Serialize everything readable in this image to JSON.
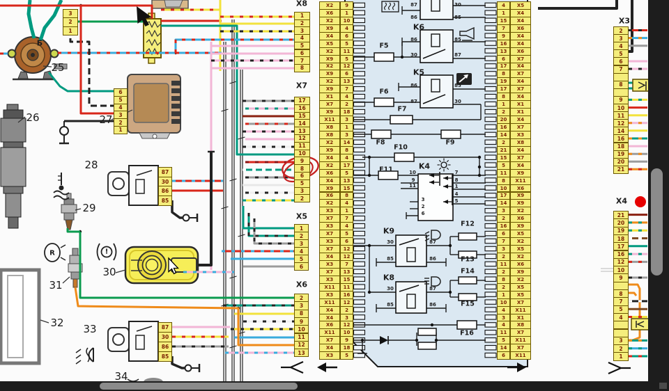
{
  "labels": {
    "n25": "25",
    "n26": "26",
    "n27": "27",
    "n28": "28",
    "n29": "29",
    "n30": "30",
    "n31": "31",
    "n32": "32",
    "n33": "33",
    "n34": "34",
    "b_terminal": "Б"
  },
  "connectors": {
    "x8": {
      "label": "X8",
      "pins": [
        "1",
        "2",
        "3",
        "4",
        "5",
        "6",
        "7",
        "8"
      ]
    },
    "x7": {
      "label": "X7",
      "pins": [
        "17",
        "16",
        "15",
        "14",
        "13",
        "12",
        "11",
        "10",
        "9",
        "8",
        "6",
        "5",
        "3",
        "2"
      ]
    },
    "x5": {
      "label": "X5",
      "pins": [
        "1",
        "2",
        "3",
        "4",
        "5",
        "6"
      ]
    },
    "x6": {
      "label": "X6",
      "pins": [
        "2",
        "3",
        "8",
        "9",
        "10",
        "11",
        "12",
        "13"
      ]
    },
    "x3": {
      "label": "X3",
      "pins": [
        "2",
        "3",
        "4",
        "5",
        "6",
        "7",
        "",
        "8",
        "",
        "9",
        "10",
        "11",
        "12",
        "14",
        "16",
        "18",
        "19",
        "20",
        "21"
      ]
    },
    "x4": {
      "label": "X4",
      "pins": [
        "21",
        "20",
        "19",
        "18",
        "17",
        "16",
        "12",
        "10",
        "9",
        "",
        "8",
        "7",
        "5",
        "4",
        "",
        "",
        "3",
        "2",
        "1"
      ]
    },
    "c321": {
      "pins": [
        "3",
        "2",
        "1"
      ]
    },
    "module": {
      "pins": [
        "6",
        "5",
        "4",
        "3",
        "2",
        "1"
      ]
    },
    "relay28": {
      "pins": [
        "87",
        "30",
        "86",
        "85"
      ]
    },
    "relay33": {
      "pins": [
        "87",
        "30",
        "86",
        "85"
      ]
    }
  },
  "ecu": {
    "left_rows": [
      [
        "X2",
        "9"
      ],
      [
        "X6",
        "1"
      ],
      [
        "X2",
        "10"
      ],
      [
        "X9",
        "4"
      ],
      [
        "X4",
        "6"
      ],
      [
        "X5",
        "5"
      ],
      [
        "X2",
        "11"
      ],
      [
        "X9",
        "5"
      ],
      [
        "X2",
        "12"
      ],
      [
        "X9",
        "6"
      ],
      [
        "X2",
        "13"
      ],
      [
        "X9",
        "7"
      ],
      [
        "X1",
        "4"
      ],
      [
        "X7",
        "2"
      ],
      [
        "X9",
        "18"
      ],
      [
        "X11",
        "3"
      ],
      [
        "X8",
        "1"
      ],
      [
        "X8",
        "3"
      ],
      [
        "X2",
        "14"
      ],
      [
        "X9",
        "8"
      ],
      [
        "X4",
        "4"
      ],
      [
        "X2",
        "17"
      ],
      [
        "X6",
        "5"
      ],
      [
        "X4",
        "13"
      ],
      [
        "X9",
        "15"
      ],
      [
        "X6",
        "8"
      ],
      [
        "X2",
        "4"
      ],
      [
        "X3",
        "1"
      ],
      [
        "X7",
        "7"
      ],
      [
        "X3",
        "4"
      ],
      [
        "X7",
        "5"
      ],
      [
        "X3",
        "6"
      ],
      [
        "X7",
        "12"
      ],
      [
        "X4",
        "12"
      ],
      [
        "X3",
        "7"
      ],
      [
        "X7",
        "13"
      ],
      [
        "X3",
        "15"
      ],
      [
        "X11",
        "11"
      ],
      [
        "X3",
        "16"
      ],
      [
        "X11",
        "12"
      ],
      [
        "X4",
        "2"
      ],
      [
        "X4",
        "3"
      ],
      [
        "X6",
        "12"
      ],
      [
        "X11",
        "10"
      ],
      [
        "X7",
        "9"
      ],
      [
        "X4",
        "18"
      ],
      [
        "X3",
        "5"
      ]
    ],
    "right_rows": [
      [
        "4",
        "X5"
      ],
      [
        "1",
        "X4"
      ],
      [
        "15",
        "X4"
      ],
      [
        "7",
        "X6"
      ],
      [
        "9",
        "X4"
      ],
      [
        "16",
        "X4"
      ],
      [
        "13",
        "X6"
      ],
      [
        "6",
        "X7"
      ],
      [
        "17",
        "X4"
      ],
      [
        "8",
        "X7"
      ],
      [
        "19",
        "X4"
      ],
      [
        "17",
        "X7"
      ],
      [
        "8",
        "X4"
      ],
      [
        "1",
        "X1"
      ],
      [
        "2",
        "X1"
      ],
      [
        "20",
        "X4"
      ],
      [
        "16",
        "X7"
      ],
      [
        "14",
        "X3"
      ],
      [
        "2",
        "X8"
      ],
      [
        "21",
        "X4"
      ],
      [
        "15",
        "X7"
      ],
      [
        "5",
        "X4"
      ],
      [
        "11",
        "X9"
      ],
      [
        "8",
        "X11"
      ],
      [
        "10",
        "X6"
      ],
      [
        "17",
        "X9"
      ],
      [
        "14",
        "X9"
      ],
      [
        "3",
        "X2"
      ],
      [
        "2",
        "X6"
      ],
      [
        "16",
        "X9"
      ],
      [
        "6",
        "X5"
      ],
      [
        "7",
        "X2"
      ],
      [
        "3",
        "X5"
      ],
      [
        "2",
        "X2"
      ],
      [
        "11",
        "X6"
      ],
      [
        "2",
        "X9"
      ],
      [
        "8",
        "X2"
      ],
      [
        "2",
        "X5"
      ],
      [
        "1",
        "X5"
      ],
      [
        "10",
        "X7"
      ],
      [
        "4",
        "X11"
      ],
      [
        "3",
        "X1"
      ],
      [
        "4",
        "X8"
      ],
      [
        "11",
        "X7"
      ],
      [
        "5",
        "X11"
      ],
      [
        "14",
        "X7"
      ],
      [
        "6",
        "X11"
      ]
    ],
    "relays": {
      "k4": "K4",
      "k5": "K5",
      "k6": "K6",
      "k8": "K8",
      "k9": "K9"
    },
    "fuses": {
      "f5": "F5",
      "f6": "F6",
      "f7": "F7",
      "f8": "F8",
      "f9": "F9",
      "f10": "F10",
      "f11": "F11",
      "f12": "F12",
      "f13": "F13",
      "f14": "F14",
      "f15": "F15",
      "f16": "F16"
    },
    "pins": {
      "p30": "30",
      "p85": "85",
      "p86": "86",
      "p87": "87"
    },
    "k4_pins": {
      "l1": "10",
      "l2": "9",
      "l3": "11",
      "b1": "3",
      "b2": "2",
      "b3": "6",
      "r1": "7",
      "r2": "8",
      "r3": "1",
      "r4": "4",
      "r5": "5"
    }
  },
  "icons": {
    "r_valve": "R",
    "warning": "!"
  },
  "palette": {
    "wire_teal": "#009a80",
    "wire_red": "#d8261a",
    "wire_yellow": "#f2e23c",
    "wire_pink": "#f2b6d6",
    "wire_blue": "#3aabdc",
    "wire_green": "#0b9b4f",
    "wire_orange": "#ef8b1a",
    "wire_gray": "#9c9c9c",
    "wire_brown": "#7c4a22",
    "ecu_fill": "#dbe8f2",
    "cell_fill": "#f5ee7c",
    "annotation_red": "#c62222",
    "scrollbar_track": "#1d1d1d",
    "scrollbar_thumb": "#8b8b8b"
  }
}
